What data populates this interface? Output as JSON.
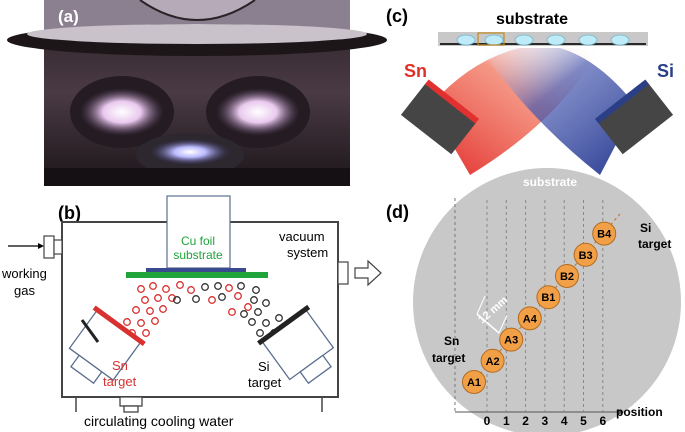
{
  "panels": {
    "a": {
      "label": "(a)"
    },
    "b": {
      "label": "(b)",
      "cu_foil": "Cu foil",
      "substrate": "substrate",
      "vacuum_line1": "vacuum",
      "vacuum_line2": "system",
      "working_line1": "working",
      "working_line2": "gas",
      "sn_line1": "Sn",
      "sn_line2": "target",
      "si_line1": "Si",
      "si_line2": "target",
      "cooling": "circulating cooling water"
    },
    "c": {
      "label": "(c)",
      "substrate": "substrate",
      "sn": "Sn",
      "si": "Si"
    },
    "d": {
      "label": "(d)",
      "substrate": "substrate",
      "sn_line1": "Sn",
      "sn_line2": "target",
      "si_line1": "Si",
      "si_line2": "target",
      "spacing": "12 mm",
      "samples": [
        "A1",
        "A2",
        "A3",
        "A4",
        "B1",
        "B2",
        "B3",
        "B4"
      ],
      "positions": [
        "0",
        "1",
        "2",
        "3",
        "4",
        "5",
        "6"
      ],
      "position_label": "position"
    }
  },
  "colors": {
    "sn": "#e0302a",
    "si": "#2b3f86",
    "green_substrate": "#1fa33a",
    "sample_fill": "#f2a048",
    "circle_bg": "#c8c8c8"
  }
}
